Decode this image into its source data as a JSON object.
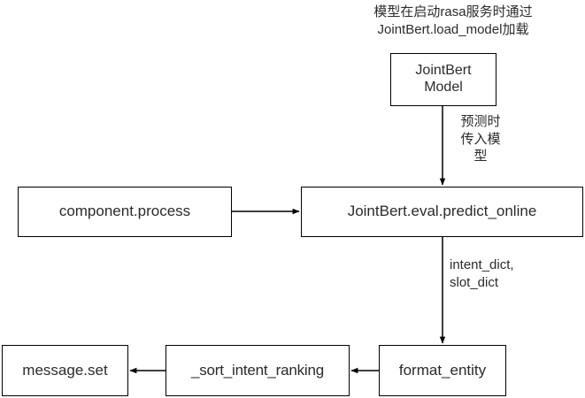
{
  "diagram": {
    "title_note": "模型在启动rasa服务时通过\nJointBert.load_model加载",
    "nodes": [
      {
        "id": "jointbert-model",
        "label": "JointBert\nModel"
      },
      {
        "id": "component-process",
        "label": "component.process"
      },
      {
        "id": "predict-online",
        "label": "JointBert.eval.predict_online"
      },
      {
        "id": "message-set",
        "label": "message.set"
      },
      {
        "id": "sort-intent-ranking",
        "label": "_sort_intent_ranking"
      },
      {
        "id": "format-entity",
        "label": "format_entity"
      }
    ],
    "edge_labels": [
      {
        "id": "predict-pass-model",
        "text": "预测时\n传入模\n型"
      },
      {
        "id": "intent-slot-dict",
        "text": "intent_dict,\nslot_dict"
      }
    ],
    "colors": {
      "stroke": "#000000",
      "text": "#2b2b2b",
      "background": "#ffffff"
    }
  }
}
